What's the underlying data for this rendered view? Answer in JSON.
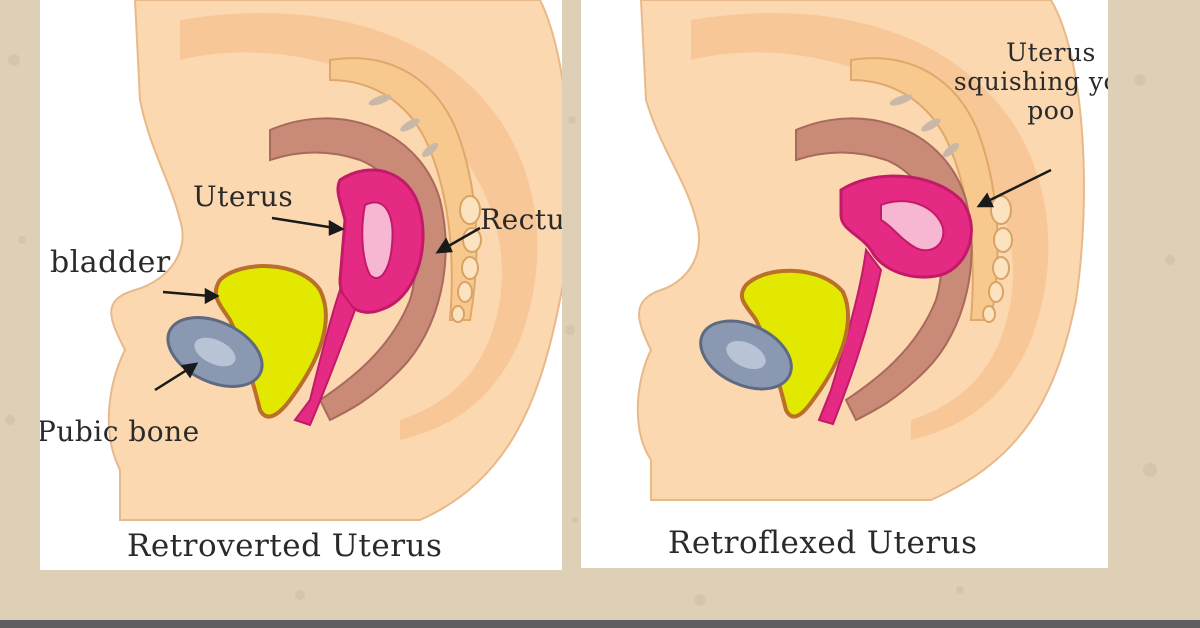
{
  "colors": {
    "background": "#ddd0b6",
    "panel": "#ffffff",
    "skin": "#fbd8b0",
    "bone": "#f7c98e",
    "rectum": "#c98a77",
    "uterus": "#e52a83",
    "bladder": "#e3e800",
    "pubic_bone": "#8a98b2"
  },
  "left_diagram": {
    "caption": "Retroverted Uterus",
    "labels": {
      "uterus": "Uterus",
      "rectum": "Rectum",
      "bladder": "bladder",
      "pubic_bone": "Pubic bone"
    }
  },
  "right_diagram": {
    "caption": "Retroflexed Uterus",
    "annotation_lines": [
      "Uterus",
      "squishing your",
      "poo"
    ]
  }
}
